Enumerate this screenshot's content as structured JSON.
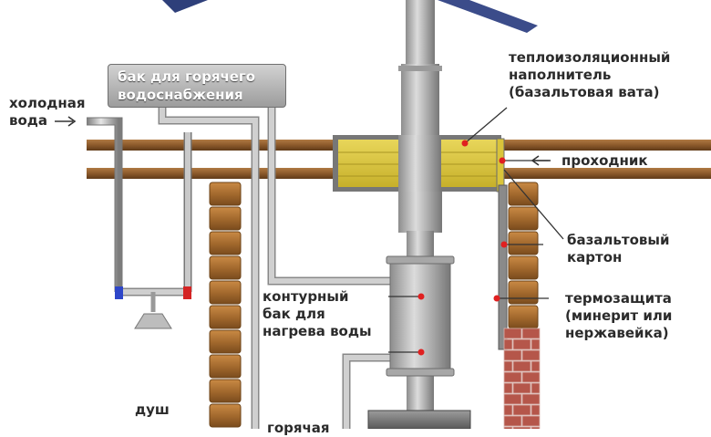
{
  "labels": {
    "cold_water": [
      "холодная",
      "вода"
    ],
    "tank_hot": [
      "бак для горячего",
      "водоснабжения"
    ],
    "insulation": [
      "теплоизоляционный",
      "наполнитель",
      "(базальтовая вата)"
    ],
    "passthrough": "проходник",
    "basalt_board": [
      "базальтовый",
      "картон"
    ],
    "heat_shield": [
      "термозащита",
      "(минерит или",
      "нержавейка)"
    ],
    "contour_tank": [
      "контурный",
      "бак для",
      "нагрева воды"
    ],
    "shower": "душ",
    "bottom_partial": "горячая"
  },
  "colors": {
    "pipe": "#a9a9a9",
    "beam": "#8c5a2b",
    "brick": "#a46a2e",
    "insulation": "#d9c43a",
    "marker": "#e02020",
    "red_brick": "#b5564a"
  }
}
